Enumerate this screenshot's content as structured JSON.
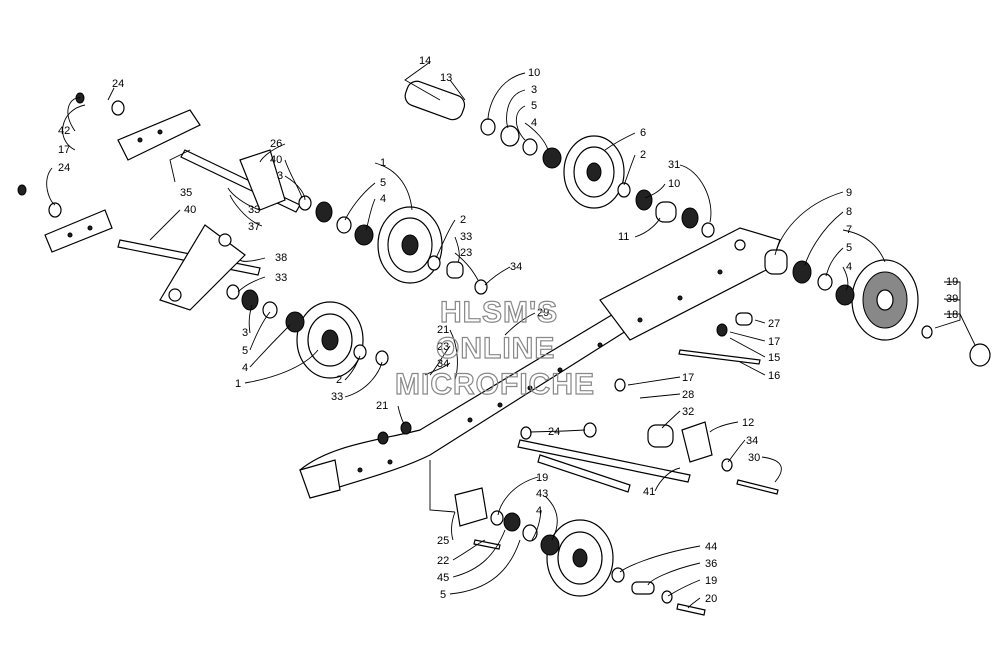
{
  "watermark": {
    "line1": "HLSM'S",
    "line2": "ONLINE",
    "line3": "MICROFICHE"
  },
  "callouts": {
    "c14": "14",
    "c13": "13",
    "c10a": "10",
    "c3a": "3",
    "c5a": "5",
    "c4a": "4",
    "c6": "6",
    "c2a": "2",
    "c31": "31",
    "c10b": "10",
    "c11": "11",
    "c24a": "24",
    "c42": "42",
    "c17a": "17",
    "c24b": "24",
    "c26": "26",
    "c40a": "40",
    "c3b": "3",
    "c1a": "1",
    "c5b": "5",
    "c4b": "4",
    "c35": "35",
    "c33a": "33",
    "c37": "37",
    "c40b": "40",
    "c38": "38",
    "c33b": "33",
    "c2b": "2",
    "c33c": "33",
    "c23a": "23",
    "c34a": "34",
    "c3c": "3",
    "c5c": "5",
    "c4c": "4",
    "c1b": "1",
    "c2c": "2",
    "c33d": "33",
    "c21a": "21",
    "c23b": "23",
    "c34b": "34",
    "c29": "29",
    "c9": "9",
    "c8": "8",
    "c7": "7",
    "c5d": "5",
    "c4d": "4",
    "c19a": "19",
    "c39": "39",
    "c18": "18",
    "c27": "27",
    "c17b": "17",
    "c15": "15",
    "c16": "16",
    "c17c": "17",
    "c28": "28",
    "c32": "32",
    "c24c": "24",
    "c12": "12",
    "c34c": "34",
    "c30": "30",
    "c41": "41",
    "c21b": "21",
    "c19b": "19",
    "c43": "43",
    "c4e": "4",
    "c25": "25",
    "c22": "22",
    "c45": "45",
    "c5e": "5",
    "c44": "44",
    "c36": "36",
    "c19c": "19",
    "c20": "20"
  }
}
